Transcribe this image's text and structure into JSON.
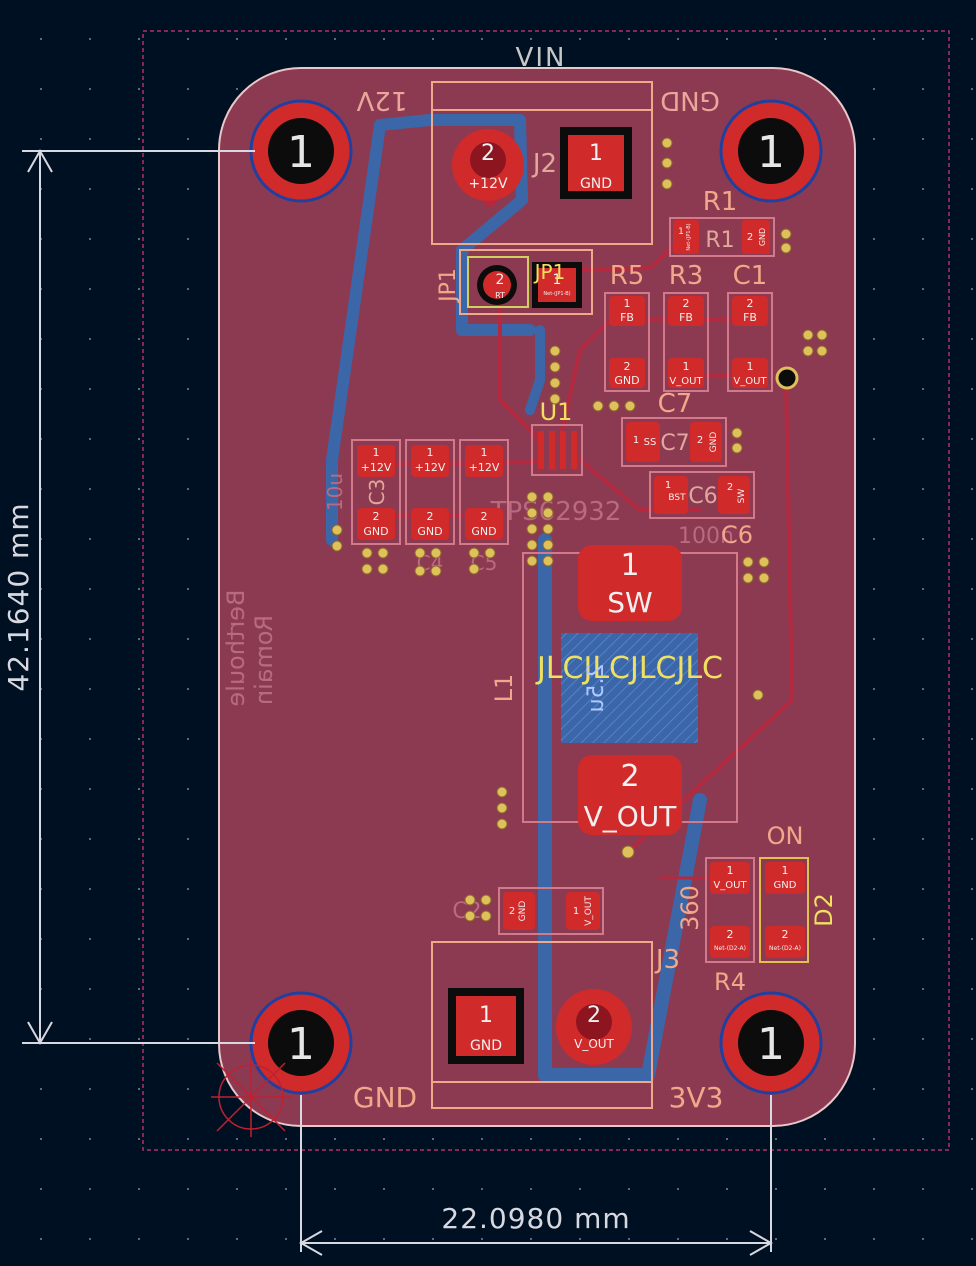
{
  "colors": {
    "background": "#001023",
    "board": "#8c3a52",
    "copper_top": "#d02a2a",
    "copper_bottom": "#3b67a8",
    "silk_top": "#f1a88a",
    "silk_bottom": "#d27a8a",
    "dimension": "#d8d8e0",
    "drill": "#0c0c0c",
    "via": "#e0c05a"
  },
  "board": {
    "net_label_top": "VIN",
    "author_line1": "Berthoule",
    "author_line2": "Romain",
    "dim_vertical": "42.1640 mm",
    "dim_horizontal": "22.0980 mm",
    "label_12v": "12V",
    "label_gnd_top": "GND",
    "label_gnd_bottom": "GND",
    "label_3v3": "3V3",
    "label_on": "ON"
  },
  "mount_holes": [
    {
      "pad": "1"
    },
    {
      "pad": "1"
    },
    {
      "pad": "1"
    },
    {
      "pad": "1"
    }
  ],
  "j2": {
    "ref": "J2",
    "pin2_num": "2",
    "pin2_net": "+12V",
    "pin1_num": "1",
    "pin1_net": "GND"
  },
  "j3": {
    "ref": "J3",
    "pin1_num": "1",
    "pin1_net": "GND",
    "pin2_num": "2",
    "pin2_net": "V_OUT"
  },
  "jp1": {
    "ref": "JP1",
    "ref2": "JP1",
    "pin2_num": "2",
    "pin2_net": "RT",
    "pin1_num": "1",
    "pin1_net": "Net-(JP1-B)"
  },
  "r1": {
    "ref": "R1",
    "ref2": "R1",
    "p1": "1",
    "p1_net": "Net-(JP1-B)",
    "p2": "2",
    "p2_net": "GND"
  },
  "r5": {
    "ref": "R5",
    "p1": "1",
    "p1_net": "FB",
    "p2": "2",
    "p2_net": "GND"
  },
  "r3": {
    "ref": "R3",
    "p1": "2",
    "p1_net": "FB",
    "p2": "1",
    "p2_net": "V_OUT"
  },
  "c1": {
    "ref": "C1",
    "p1": "2",
    "p1_net": "FB",
    "p2": "1",
    "p2_net": "V_OUT"
  },
  "u1": {
    "ref": "U1",
    "part": "TPS62932"
  },
  "c7": {
    "ref": "C7",
    "ref2": "C7",
    "p1": "1",
    "p1_net": "SS",
    "p2": "2",
    "p2_net": "GND"
  },
  "c6": {
    "ref": "C6",
    "ref2": "C6",
    "value": "100n",
    "p1": "1",
    "p1_net": "BST",
    "p2": "2",
    "p2_net": "SW"
  },
  "c3": {
    "ref": "C3",
    "value": "10u",
    "p1": "1",
    "p1_net": "+12V",
    "p2": "2",
    "p2_net": "GND"
  },
  "c4": {
    "ref": "C4",
    "p1": "1",
    "p1_net": "+12V",
    "p2": "2",
    "p2_net": "GND"
  },
  "c5": {
    "ref": "C5",
    "p1": "1",
    "p1_net": "+12V",
    "p2": "2",
    "p2_net": "GND"
  },
  "l1": {
    "ref": "L1",
    "value": "2.5u",
    "fab": "JLCJLCJLCJLC",
    "p1": "1",
    "p1_net": "SW",
    "p2": "2",
    "p2_net": "V_OUT"
  },
  "c2": {
    "ref": "C2",
    "p1": "2",
    "p1_net": "GND",
    "p2": "1",
    "p2_net": "V_OUT"
  },
  "r4": {
    "ref": "R4",
    "value": "360",
    "p1": "1",
    "p1_net": "V_OUT",
    "p2": "2",
    "p2_net": "Net-(D2-A)"
  },
  "d2": {
    "ref": "D2",
    "p1": "1",
    "p1_net": "GND",
    "p2": "2",
    "p2_net": "Net-(D2-A)"
  }
}
